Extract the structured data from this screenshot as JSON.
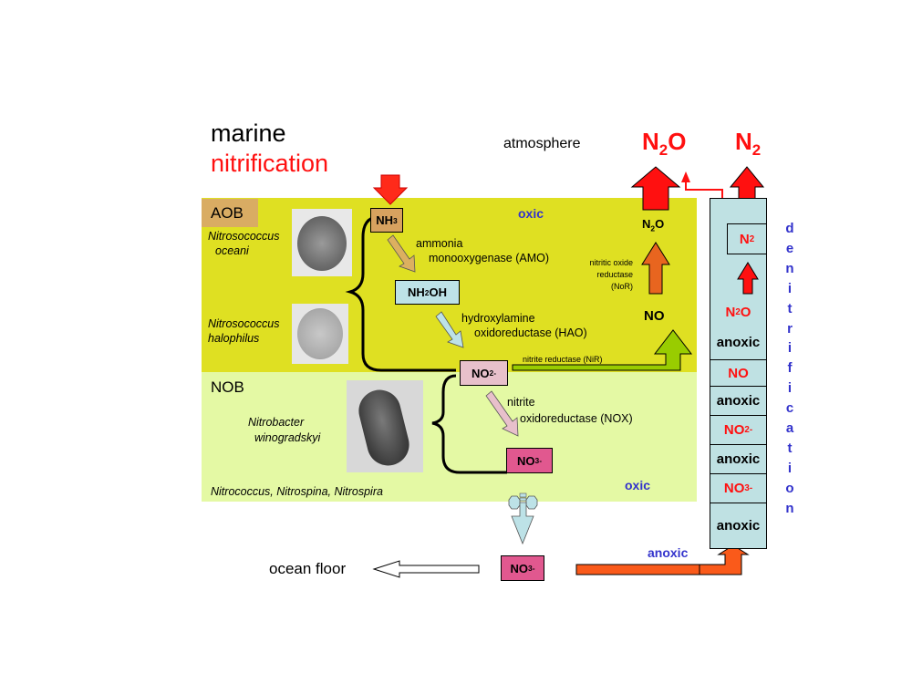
{
  "title": {
    "line1": "marine",
    "line2": "nitrification"
  },
  "colors": {
    "aob_zone": "#dfe022",
    "nob_zone": "#e4f9a4",
    "denitrification_column": "#bfe1e3",
    "red_text": "#ff1010",
    "blue_text": "#3333cc",
    "aob_label_bg": "#d9ac63",
    "nh3_box": "#d7a25f",
    "nh2oh_box": "#bde2e7",
    "no2_box": "#e8c0cb",
    "no3_box": "#e1588f",
    "orange_arrow": "#e8651f",
    "green_arrow": "#99cc00"
  },
  "header": {
    "atmosphere": "atmosphere",
    "n2o_big": {
      "main": "N",
      "sub": "2",
      "tail": "O"
    },
    "n2_big": {
      "main": "N",
      "sub": "2"
    }
  },
  "aob": {
    "label": "AOB",
    "species": [
      {
        "line1": "Nitrosococcus",
        "line2": "oceani"
      },
      {
        "line1": "Nitrosococcus",
        "line2": "halophilus"
      }
    ],
    "oxic": "oxic"
  },
  "nob": {
    "label": "NOB",
    "species": {
      "line1": "Nitrobacter",
      "line2": "winogradskyi"
    },
    "others": "Nitrococcus, Nitrospina, Nitrospira",
    "oxic": "oxic"
  },
  "compounds": {
    "nh3": {
      "main": "NH",
      "sub": "3"
    },
    "nh2oh": {
      "main": "NH",
      "sub": "2",
      "tail": "OH"
    },
    "no2": {
      "main": "NO",
      "sub": "2",
      "sup": "-"
    },
    "no3": {
      "main": "NO",
      "sub": "3",
      "sup": "-"
    },
    "no3_floor": {
      "main": "NO",
      "sub": "3",
      "sup": "-"
    },
    "n2o_small": {
      "main": "N",
      "sub": "2",
      "tail": "O"
    },
    "no": "NO"
  },
  "enzymes": {
    "amo": {
      "line1": "ammonia",
      "line2": "monooxygenase (AMO)"
    },
    "hao": {
      "line1": "hydroxylamine",
      "line2": "oxidoreductase (HAO)"
    },
    "nir": "nitrite reductase (NiR)",
    "nor": {
      "line1": "nitritic oxide",
      "line2": "reductase",
      "line3": "(NoR)"
    },
    "nox": {
      "line1": "nitrite",
      "line2": "oxidoreductase (NOX)"
    }
  },
  "bottom": {
    "ocean_floor": "ocean floor",
    "anoxic": "anoxic"
  },
  "denitrification_column": {
    "n2": {
      "main": "N",
      "sub": "2"
    },
    "cells": [
      {
        "kind": "compound",
        "main": "N",
        "sub": "2",
        "tail": "O"
      },
      {
        "kind": "label",
        "text": "anoxic"
      },
      {
        "kind": "compound",
        "main": "NO"
      },
      {
        "kind": "label",
        "text": "anoxic"
      },
      {
        "kind": "compound",
        "main": "NO",
        "sub": "2",
        "sup": "-"
      },
      {
        "kind": "label",
        "text": "anoxic"
      },
      {
        "kind": "compound",
        "main": "NO",
        "sub": "3",
        "sup": "-"
      },
      {
        "kind": "label",
        "text": "anoxic"
      }
    ],
    "vertical_label": [
      "d",
      "e",
      "n",
      "i",
      "t",
      "r",
      "i",
      "f",
      "i",
      "c",
      "a",
      "t",
      "i",
      "o",
      "n"
    ]
  }
}
